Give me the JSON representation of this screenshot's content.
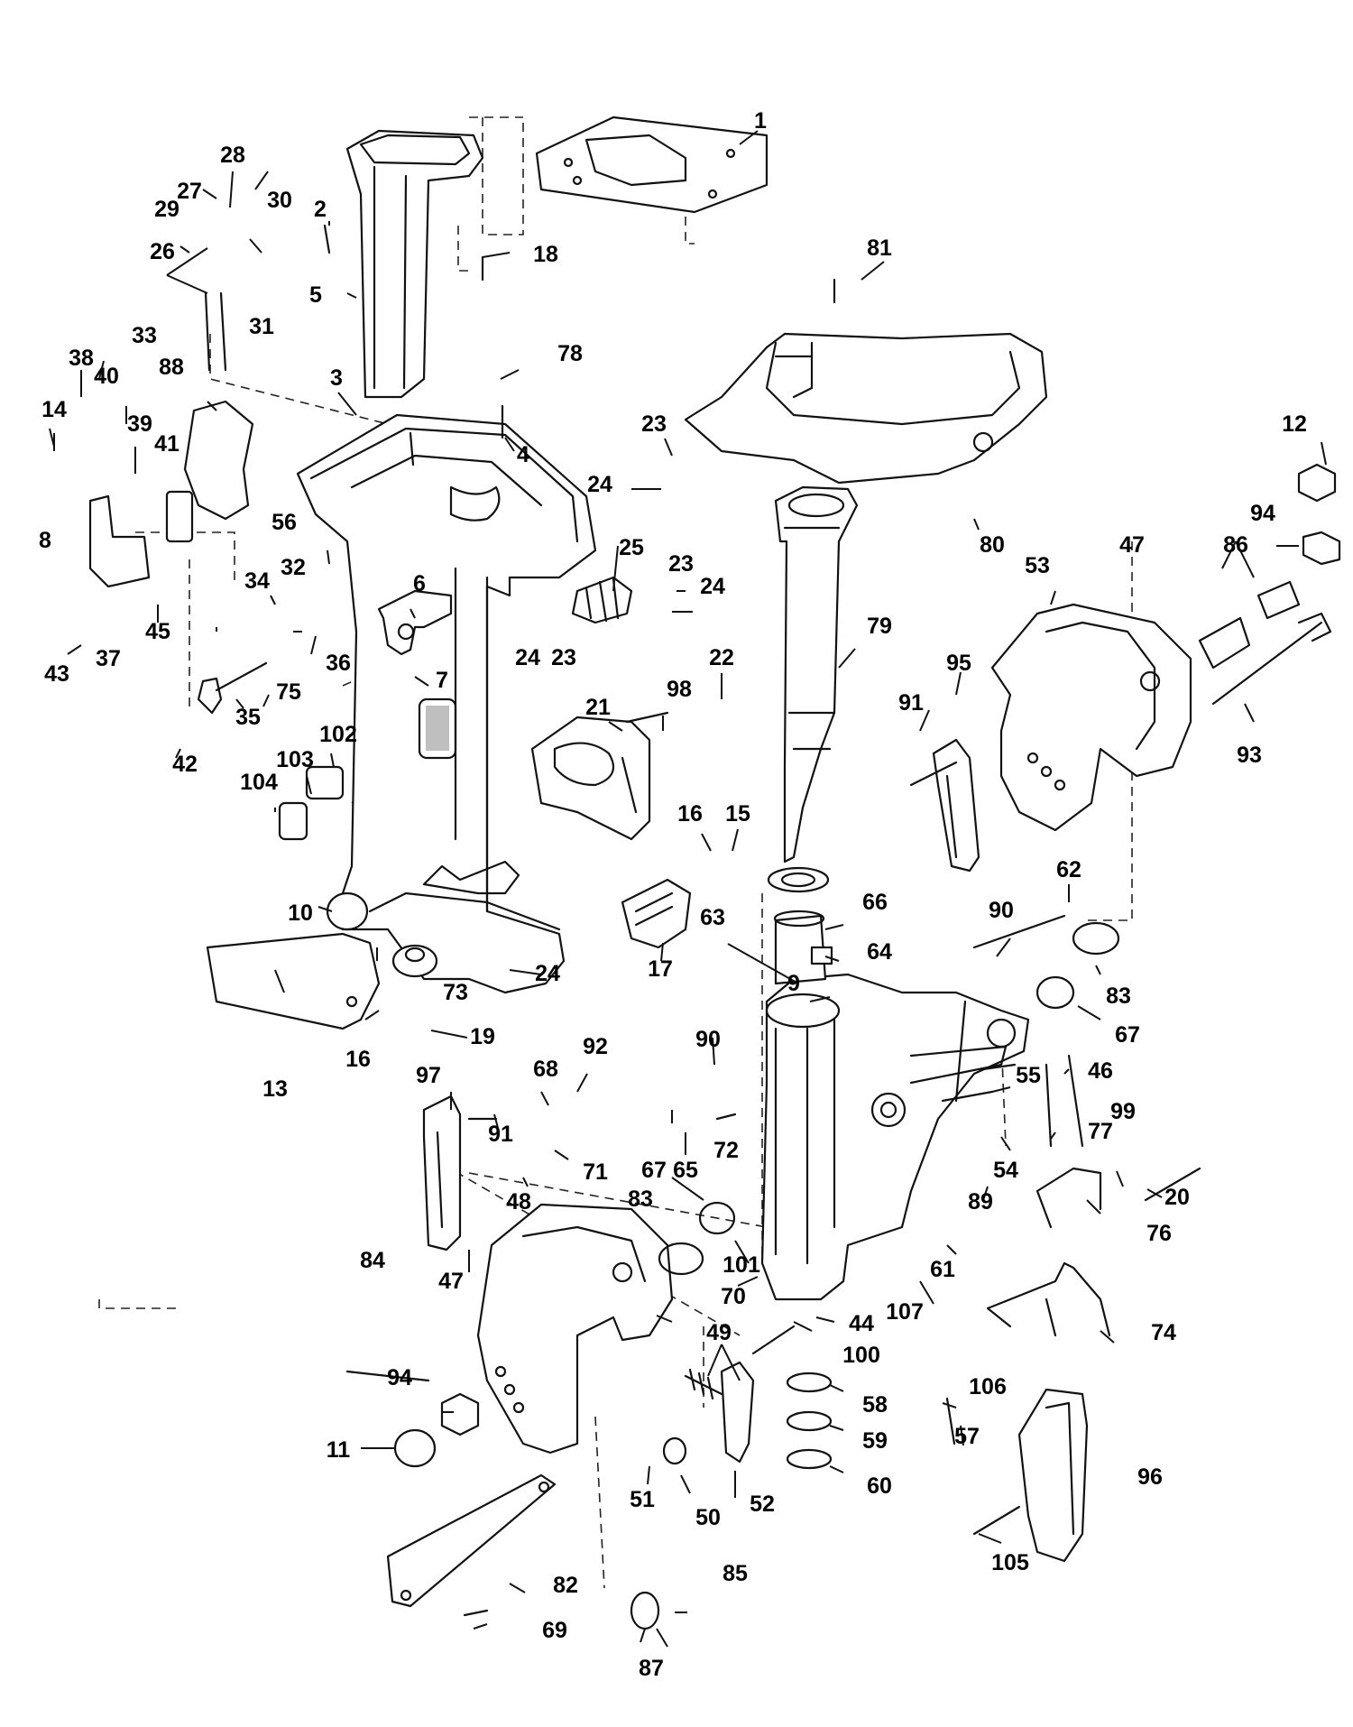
{
  "diagram": {
    "callouts": [
      {
        "id": "c1",
        "text": "1"
      },
      {
        "id": "c2",
        "text": "2"
      },
      {
        "id": "c3",
        "text": "3"
      },
      {
        "id": "c4",
        "text": "4"
      },
      {
        "id": "c5",
        "text": "5"
      },
      {
        "id": "c6",
        "text": "6"
      },
      {
        "id": "c7",
        "text": "7"
      },
      {
        "id": "c8",
        "text": "8"
      },
      {
        "id": "c9",
        "text": "9"
      },
      {
        "id": "c10",
        "text": "10"
      },
      {
        "id": "c11",
        "text": "11"
      },
      {
        "id": "c12",
        "text": "12"
      },
      {
        "id": "c13",
        "text": "13"
      },
      {
        "id": "c14",
        "text": "14"
      },
      {
        "id": "c15",
        "text": "15"
      },
      {
        "id": "c16a",
        "text": "16"
      },
      {
        "id": "c16b",
        "text": "16"
      },
      {
        "id": "c17",
        "text": "17"
      },
      {
        "id": "c18",
        "text": "18"
      },
      {
        "id": "c19",
        "text": "19"
      },
      {
        "id": "c20",
        "text": "20"
      },
      {
        "id": "c21",
        "text": "21"
      },
      {
        "id": "c22",
        "text": "22"
      },
      {
        "id": "c23a",
        "text": "23"
      },
      {
        "id": "c23b",
        "text": "23"
      },
      {
        "id": "c23c",
        "text": "23"
      },
      {
        "id": "c24a",
        "text": "24"
      },
      {
        "id": "c24b",
        "text": "24"
      },
      {
        "id": "c24c",
        "text": "24"
      },
      {
        "id": "c24d",
        "text": "24"
      },
      {
        "id": "c25",
        "text": "25"
      },
      {
        "id": "c26",
        "text": "26"
      },
      {
        "id": "c27",
        "text": "27"
      },
      {
        "id": "c28",
        "text": "28"
      },
      {
        "id": "c29",
        "text": "29"
      },
      {
        "id": "c30",
        "text": "30"
      },
      {
        "id": "c31",
        "text": "31"
      },
      {
        "id": "c32",
        "text": "32"
      },
      {
        "id": "c33",
        "text": "33"
      },
      {
        "id": "c34",
        "text": "34"
      },
      {
        "id": "c35",
        "text": "35"
      },
      {
        "id": "c36",
        "text": "36"
      },
      {
        "id": "c37",
        "text": "37"
      },
      {
        "id": "c38",
        "text": "38"
      },
      {
        "id": "c39",
        "text": "39"
      },
      {
        "id": "c40",
        "text": "40"
      },
      {
        "id": "c41",
        "text": "41"
      },
      {
        "id": "c42",
        "text": "42"
      },
      {
        "id": "c43",
        "text": "43"
      },
      {
        "id": "c44",
        "text": "44"
      },
      {
        "id": "c45",
        "text": "45"
      },
      {
        "id": "c46",
        "text": "46"
      },
      {
        "id": "c47a",
        "text": "47"
      },
      {
        "id": "c47b",
        "text": "47"
      },
      {
        "id": "c48",
        "text": "48"
      },
      {
        "id": "c49",
        "text": "49"
      },
      {
        "id": "c50",
        "text": "50"
      },
      {
        "id": "c51",
        "text": "51"
      },
      {
        "id": "c52",
        "text": "52"
      },
      {
        "id": "c53",
        "text": "53"
      },
      {
        "id": "c54",
        "text": "54"
      },
      {
        "id": "c55",
        "text": "55"
      },
      {
        "id": "c56",
        "text": "56"
      },
      {
        "id": "c57",
        "text": "57"
      },
      {
        "id": "c58",
        "text": "58"
      },
      {
        "id": "c59",
        "text": "59"
      },
      {
        "id": "c60",
        "text": "60"
      },
      {
        "id": "c61",
        "text": "61"
      },
      {
        "id": "c62",
        "text": "62"
      },
      {
        "id": "c63",
        "text": "63"
      },
      {
        "id": "c64",
        "text": "64"
      },
      {
        "id": "c65",
        "text": "65"
      },
      {
        "id": "c66",
        "text": "66"
      },
      {
        "id": "c67a",
        "text": "67"
      },
      {
        "id": "c67b",
        "text": "67"
      },
      {
        "id": "c68",
        "text": "68"
      },
      {
        "id": "c69",
        "text": "69"
      },
      {
        "id": "c70",
        "text": "70"
      },
      {
        "id": "c71",
        "text": "71"
      },
      {
        "id": "c72",
        "text": "72"
      },
      {
        "id": "c73",
        "text": "73"
      },
      {
        "id": "c74",
        "text": "74"
      },
      {
        "id": "c75",
        "text": "75"
      },
      {
        "id": "c76",
        "text": "76"
      },
      {
        "id": "c77",
        "text": "77"
      },
      {
        "id": "c78",
        "text": "78"
      },
      {
        "id": "c79",
        "text": "79"
      },
      {
        "id": "c80",
        "text": "80"
      },
      {
        "id": "c81",
        "text": "81"
      },
      {
        "id": "c82",
        "text": "82"
      },
      {
        "id": "c83a",
        "text": "83"
      },
      {
        "id": "c83b",
        "text": "83"
      },
      {
        "id": "c84",
        "text": "84"
      },
      {
        "id": "c85",
        "text": "85"
      },
      {
        "id": "c86",
        "text": "86"
      },
      {
        "id": "c87",
        "text": "87"
      },
      {
        "id": "c88",
        "text": "88"
      },
      {
        "id": "c89",
        "text": "89"
      },
      {
        "id": "c90a",
        "text": "90"
      },
      {
        "id": "c90b",
        "text": "90"
      },
      {
        "id": "c91a",
        "text": "91"
      },
      {
        "id": "c91b",
        "text": "91"
      },
      {
        "id": "c92",
        "text": "92"
      },
      {
        "id": "c93",
        "text": "93"
      },
      {
        "id": "c94a",
        "text": "94"
      },
      {
        "id": "c94b",
        "text": "94"
      },
      {
        "id": "c95",
        "text": "95"
      },
      {
        "id": "c96",
        "text": "96"
      },
      {
        "id": "c97",
        "text": "97"
      },
      {
        "id": "c98",
        "text": "98"
      },
      {
        "id": "c99",
        "text": "99"
      },
      {
        "id": "c100",
        "text": "100"
      },
      {
        "id": "c101",
        "text": "101"
      },
      {
        "id": "c102",
        "text": "102"
      },
      {
        "id": "c103",
        "text": "103"
      },
      {
        "id": "c104",
        "text": "104"
      },
      {
        "id": "c105",
        "text": "105"
      },
      {
        "id": "c106",
        "text": "106"
      },
      {
        "id": "c107",
        "text": "107"
      }
    ]
  }
}
